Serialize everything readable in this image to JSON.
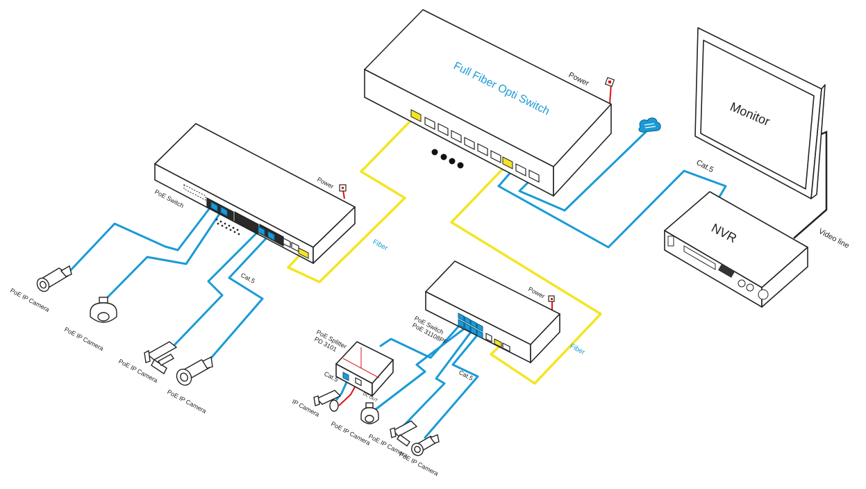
{
  "labels": {
    "fiber_switch": "Full Fiber Opti Switch",
    "power_top": "Power",
    "monitor": "Monitor",
    "nvr": "NVR",
    "cat5_nvr": "Cat.5",
    "video_line": "Video line",
    "poe_switch_left": "PoE  Switch",
    "power_left": "Power",
    "fiber_left": "Fiber",
    "cat5_left": "Cat.5",
    "cam_left_1": "PoE IP Camera",
    "cam_left_2": "PoE IP Camera",
    "cam_left_3": "PoE IP Camera",
    "cam_left_4": "PoE IP Camera",
    "poe_switch_bottom_1": "PoE  Switch",
    "poe_switch_bottom_2": "PoE 31108PF",
    "power_bottom": "Power",
    "fiber_right": "Fiber",
    "splitter_1": "PoE Splitter",
    "splitter_2": "PD 3101",
    "cat5_splitter": "Cat.5",
    "cat5_bottom": "Cat.5",
    "ip_camera": "IP Camera",
    "cam_bottom_1": "PoE IP Camera",
    "cam_bottom_2": "PoE IP Camera",
    "cam_bottom_3": "PoE IP Camera",
    "dc_out": "DC OUT"
  },
  "colors": {
    "ethernet": "#1a9ad6",
    "fiber": "#f3e523",
    "power": "#dd1111"
  }
}
